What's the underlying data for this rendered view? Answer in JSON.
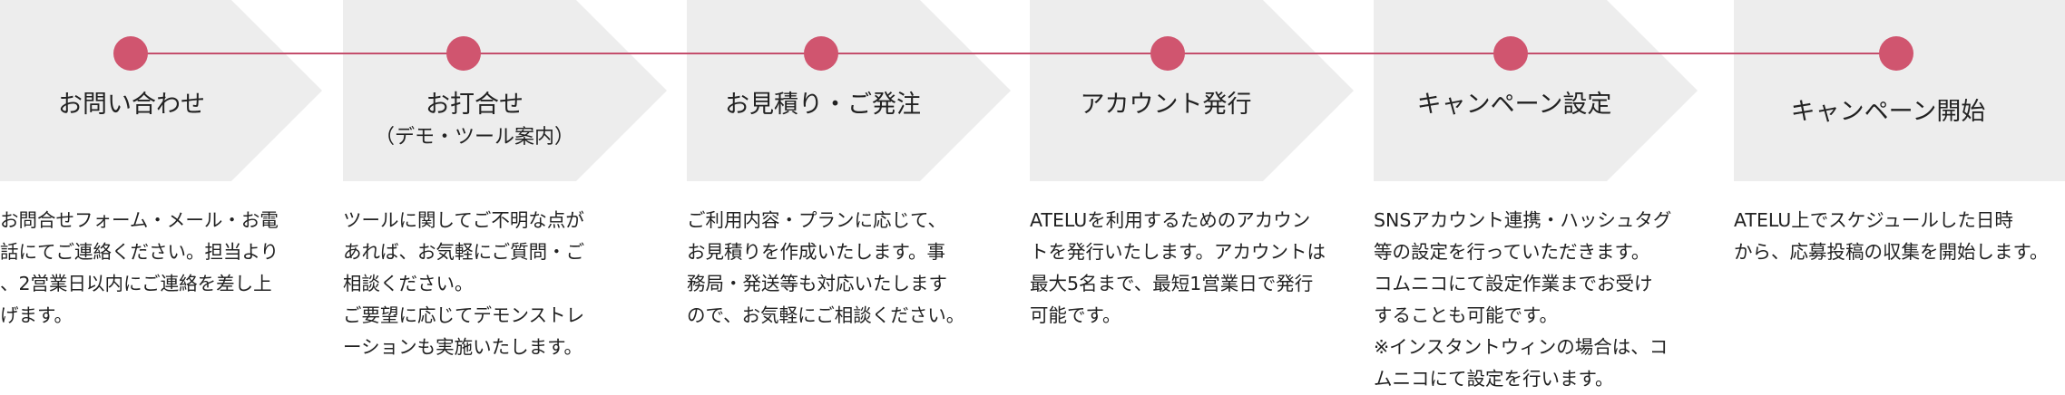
{
  "colors": {
    "arrow_fill": "#ededed",
    "accent": "#d0556f",
    "line": "#c44e6c",
    "text": "#222222"
  },
  "steps": [
    {
      "title": "お問い合わせ",
      "subtitle": "",
      "description": "お問合せフォーム・メール・お電\n話にてご連絡ください。担当より\n、2営業日以内にご連絡を差し上\nげます。"
    },
    {
      "title": "お打合せ",
      "subtitle": "（デモ・ツール案内）",
      "description": "ツールに関してご不明な点が\nあれば、お気軽にご質問・ご\n相談ください。\nご要望に応じてデモンストレ\nーションも実施いたします。"
    },
    {
      "title": "お見積り・ご発注",
      "subtitle": "",
      "description": "ご利用内容・プランに応じて、\nお見積りを作成いたします。事\n務局・発送等も対応いたします\nので、お気軽にご相談ください。"
    },
    {
      "title": "アカウント発行",
      "subtitle": "",
      "description": "ATELUを利用するためのアカウン\nトを発行いたします。アカウントは\n最大5名まで、最短1営業日で発行\n可能です。"
    },
    {
      "title": "キャンペーン設定",
      "subtitle": "",
      "description": "SNSアカウント連携・ハッシュタグ\n等の設定を行っていただきます。\nコムニコにて設定作業までお受け\nすることも可能です。\n※インスタントウィンの場合は、コ\nムニコにて設定を行います。"
    },
    {
      "title": "キャンペーン開始",
      "subtitle": "",
      "description": "ATELU上でスケジュールした日時\nから、応募投稿の収集を開始します。"
    }
  ]
}
